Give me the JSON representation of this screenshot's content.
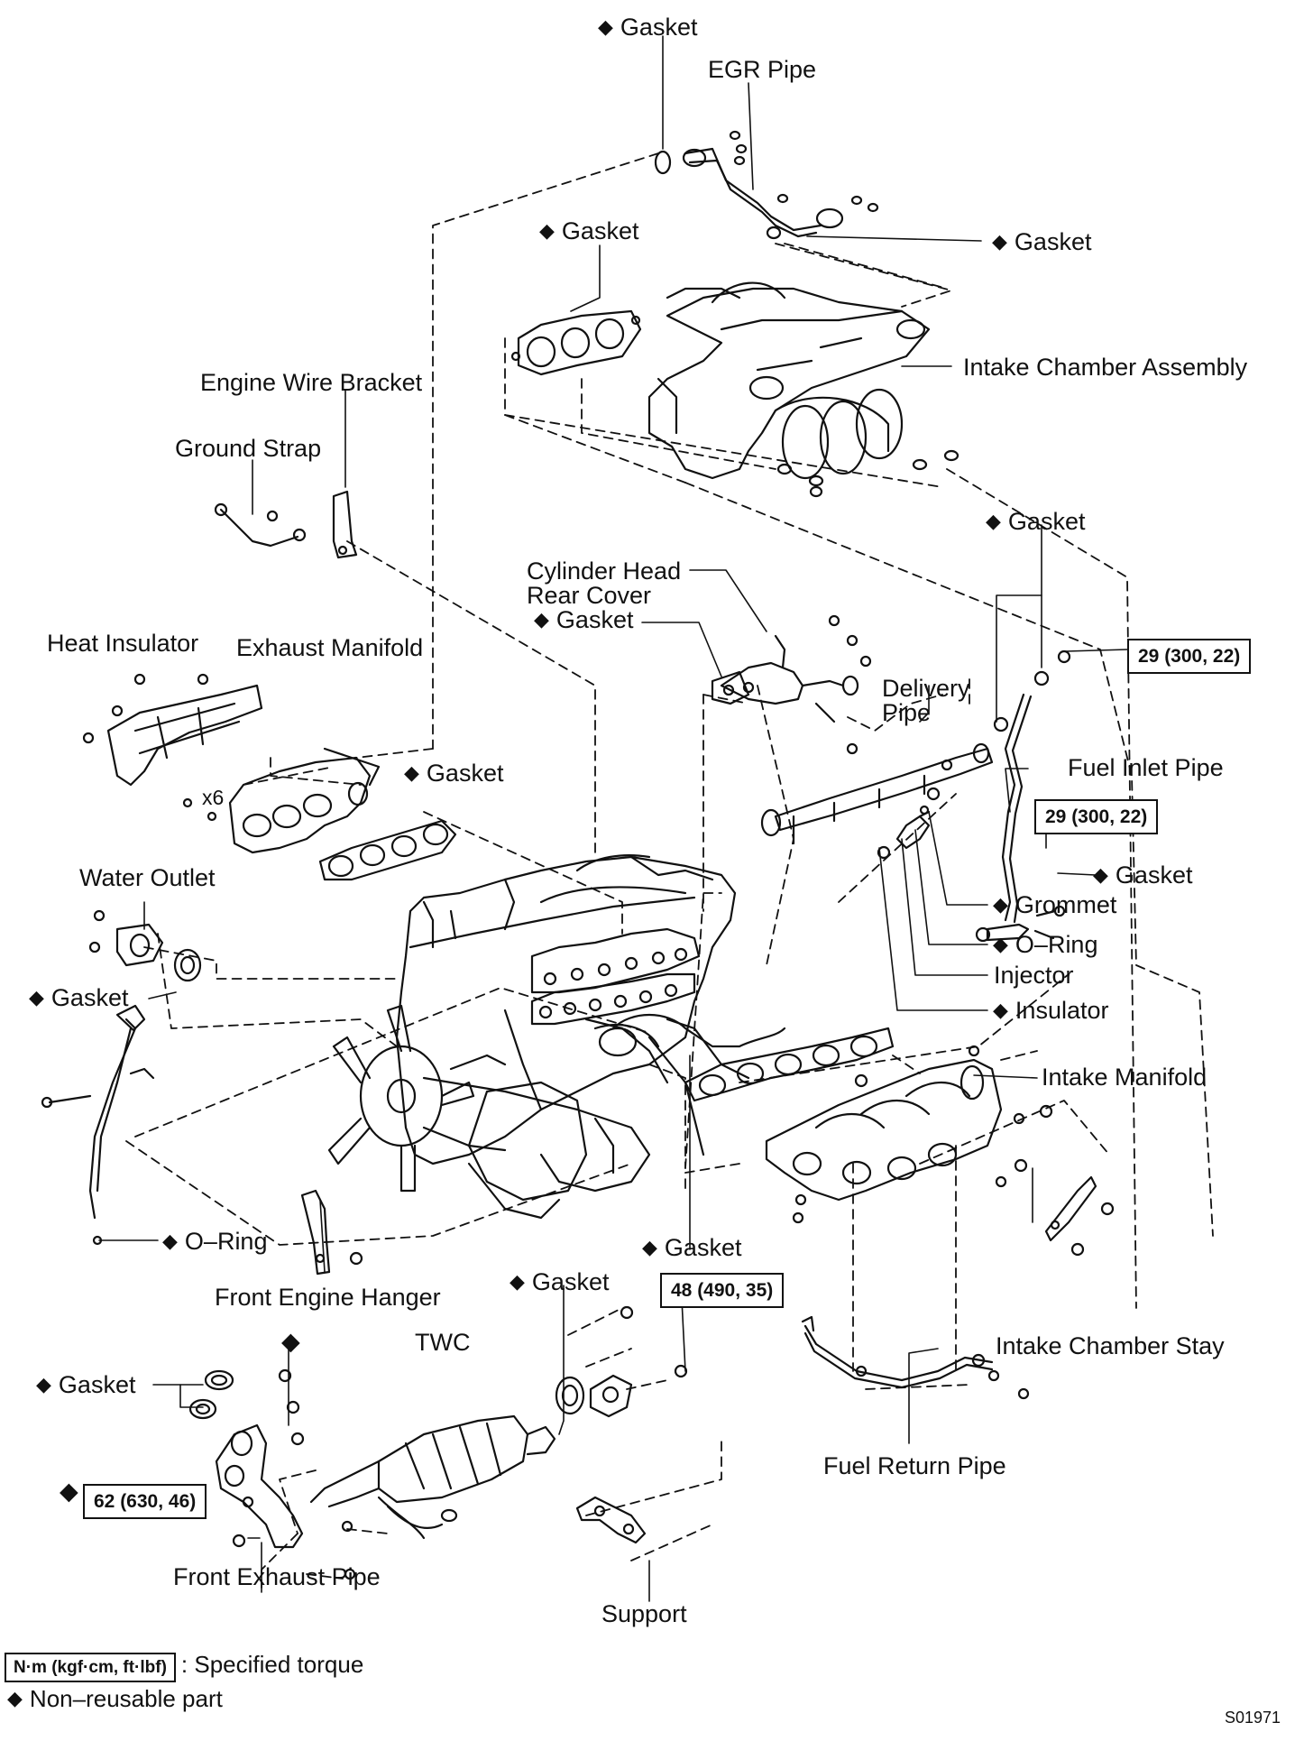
{
  "labels": {
    "gasket_top": "Gasket",
    "egr_pipe": "EGR Pipe",
    "gasket_intake_chamber": "Gasket",
    "gasket_egr_right": "Gasket",
    "intake_chamber_assembly": "Intake Chamber Assembly",
    "engine_wire_bracket": "Engine Wire Bracket",
    "ground_strap": "Ground Strap",
    "gasket_fuel_top": "Gasket",
    "cylinder_head_rear_cover_1": "Cylinder Head",
    "cylinder_head_rear_cover_2": "Rear Cover",
    "gasket_rear_cover": "Gasket",
    "heat_insulator": "Heat Insulator",
    "exhaust_manifold": "Exhaust Manifold",
    "delivery_pipe_1": "Delivery",
    "delivery_pipe_2": "Pipe",
    "x6": "x6",
    "gasket_exhaust_manifold": "Gasket",
    "fuel_inlet_pipe": "Fuel Inlet Pipe",
    "gasket_fuel_inlet": "Gasket",
    "grommet": "Grommet",
    "water_outlet": "Water Outlet",
    "o_ring_injector": "O–Ring",
    "injector": "Injector",
    "gasket_water_outlet": "Gasket",
    "insulator": "Insulator",
    "intake_manifold": "Intake Manifold",
    "o_ring_dipstick": "O–Ring",
    "gasket_intake_manifold": "Gasket",
    "front_engine_hanger": "Front Engine Hanger",
    "gasket_twc": "Gasket",
    "intake_chamber_stay": "Intake Chamber Stay",
    "twc": "TWC",
    "gasket_front_exhaust": "Gasket",
    "fuel_return_pipe": "Fuel Return Pipe",
    "front_exhaust_pipe": "Front Exhaust Pipe",
    "support": "Support"
  },
  "torques": {
    "fuel_inlet_top": "29 (300, 22)",
    "fuel_inlet_bottom": "29 (300, 22)",
    "twc_flange": "48 (490, 35)",
    "front_exhaust": "62 (630, 46)"
  },
  "legend": {
    "torque_unit": "N·m (kgf·cm, ft·lbf)",
    "torque_text": ": Specified torque",
    "nonreusable_text": "Non–reusable part"
  },
  "marker": "◆",
  "figure_code": "S01971"
}
